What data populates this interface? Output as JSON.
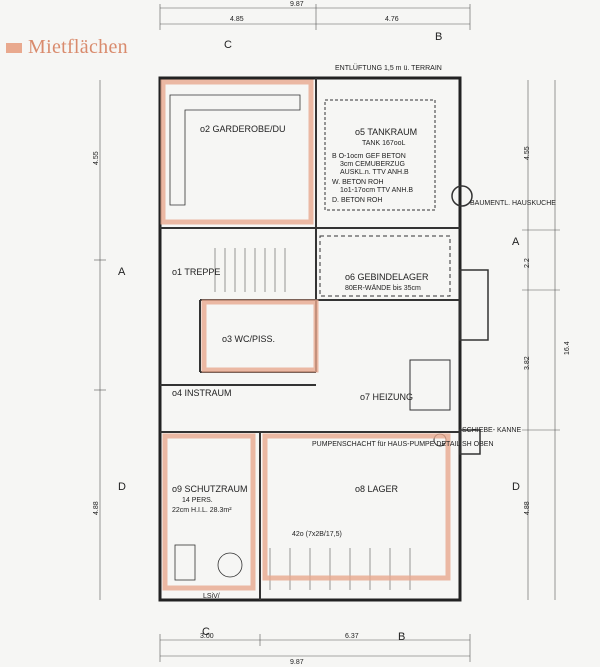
{
  "legend": {
    "label": "Mietflächen",
    "color": "#e9a98e"
  },
  "dimensions": {
    "top_total": "9.87",
    "top_left": "4.85",
    "top_right": "4.76",
    "bottom_total": "9.87",
    "bottom_left": "3.00",
    "bottom_right": "6.37",
    "right_total": "16.4",
    "right_a": "4.55",
    "right_b": "2.2",
    "right_c": "3.82",
    "right_d": "4.88",
    "left_a": "4.55",
    "left_b": "4.88"
  },
  "section_marks": [
    "A",
    "A",
    "B",
    "B",
    "C",
    "C",
    "D",
    "D"
  ],
  "rooms": [
    {
      "id": "o2",
      "name": "o2 GARDEROBE/DU",
      "highlighted": true
    },
    {
      "id": "o5",
      "name": "o5 TANKRAUM",
      "note": "TANK 167ooL",
      "highlighted": false
    },
    {
      "id": "o1",
      "name": "o1 TREPPE",
      "highlighted": false
    },
    {
      "id": "o6",
      "name": "o6 GEBINDELAGER",
      "note": "80ER-WÄNDE bis 35cm",
      "highlighted": false
    },
    {
      "id": "o3",
      "name": "o3 WC/PISS.",
      "highlighted": true
    },
    {
      "id": "o4",
      "name": "o4 INSTRAUM",
      "highlighted": false
    },
    {
      "id": "o7",
      "name": "o7 HEIZUNG",
      "highlighted": false
    },
    {
      "id": "o9",
      "name": "o9 SCHUTZRAUM",
      "note": "14 PERS.",
      "note2": "22cm H.I.L. 28.3m²",
      "highlighted": true
    },
    {
      "id": "o8",
      "name": "o8 LAGER",
      "note": "PUMPENSCHACHT für HAUS-PUMPE DETAIL SH OBEN",
      "highlighted": true
    }
  ],
  "tank_notes": [
    "B O-1ocm GEF BETON",
    "3cm CEMUBERZUG",
    "AUSKL.n. TTV ANH.B",
    "W. BETON ROH",
    "1o1-17ocm TTV ANH.B",
    "D. BETON ROH"
  ],
  "misc_labels": {
    "entlueftung": "ENTLÜFTUNG 1,5 m ü. TERRAIN",
    "baumentl": "BAUMENTL. HAUSKUCHE",
    "schiebetur": "SCHIEBE- KANNE",
    "stair_note": "42o (7x2B/17,5)",
    "small_note": "LSiV/"
  }
}
